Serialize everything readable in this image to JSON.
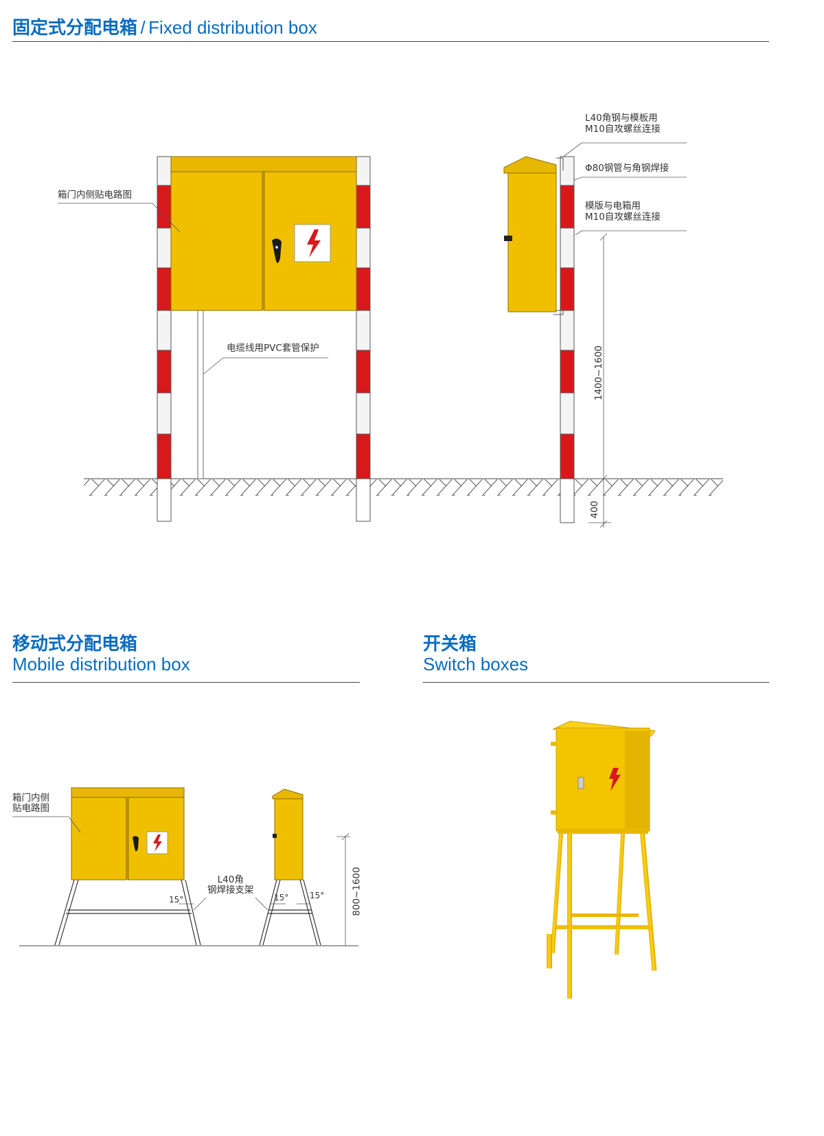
{
  "sections": {
    "fixed": {
      "title_zh": "固定式分配电箱",
      "separator": "/",
      "title_en": "Fixed distribution box"
    },
    "mobile": {
      "title_zh": "移动式分配电箱",
      "title_en": "Mobile distribution box"
    },
    "switch": {
      "title_zh": "开关箱",
      "title_en": "Switch boxes"
    }
  },
  "fixed_labels": {
    "inside_door": "箱门内侧贴电路图",
    "pvc": "电缆线用PVC套管保护",
    "angle_steel_1": "L40角钢与模板用",
    "angle_steel_2": "M10自攻螺丝连接",
    "pipe": "Φ80钢管与角钢焊接",
    "template_1": "模版与电箱用",
    "template_2": "M10自攻螺丝连接",
    "dim_height": "1400~1600",
    "dim_depth": "400"
  },
  "mobile_labels": {
    "inside_door_1": "箱门内侧",
    "inside_door_2": "贴电路图",
    "bracket_1": "L40角",
    "bracket_2": "钢焊接支架",
    "angle": "15°",
    "dim_height": "800~1600"
  },
  "colors": {
    "accent": "#0a6cbf",
    "box_yellow": "#f0c000",
    "stripe_red": "#d7191c",
    "stripe_white": "#f4f4f4"
  }
}
